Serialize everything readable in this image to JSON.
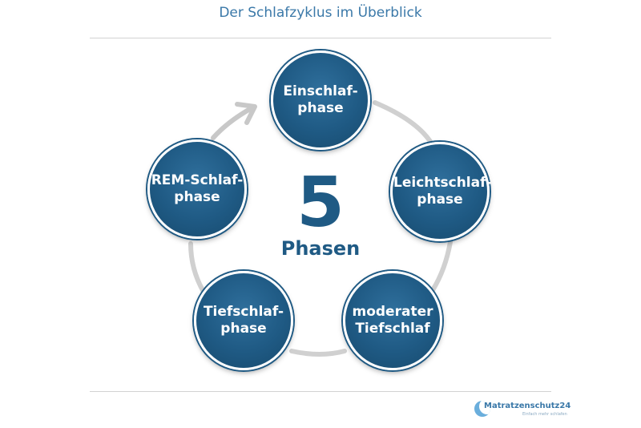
{
  "title": "Der Schlafzyklus im Überblick",
  "center": {
    "number": "5",
    "label": "Phasen"
  },
  "phases": [
    {
      "label": "Einschlaf-\nphase"
    },
    {
      "label": "Leichtschlaf-\nphase"
    },
    {
      "label": "moderater\nTiefschlaf"
    },
    {
      "label": "Tiefschlaf-\nphase"
    },
    {
      "label": "REM-Schlaf-\nphase"
    }
  ],
  "logo": {
    "brand": "Matratzenschutz24",
    "tagline": "Einfach mehr schlafen"
  },
  "colors": {
    "circle_fill": "#1f5a84",
    "title_text": "#3a78a8",
    "arc": "#d0d0d0",
    "arrow": "#c8c8c8"
  }
}
